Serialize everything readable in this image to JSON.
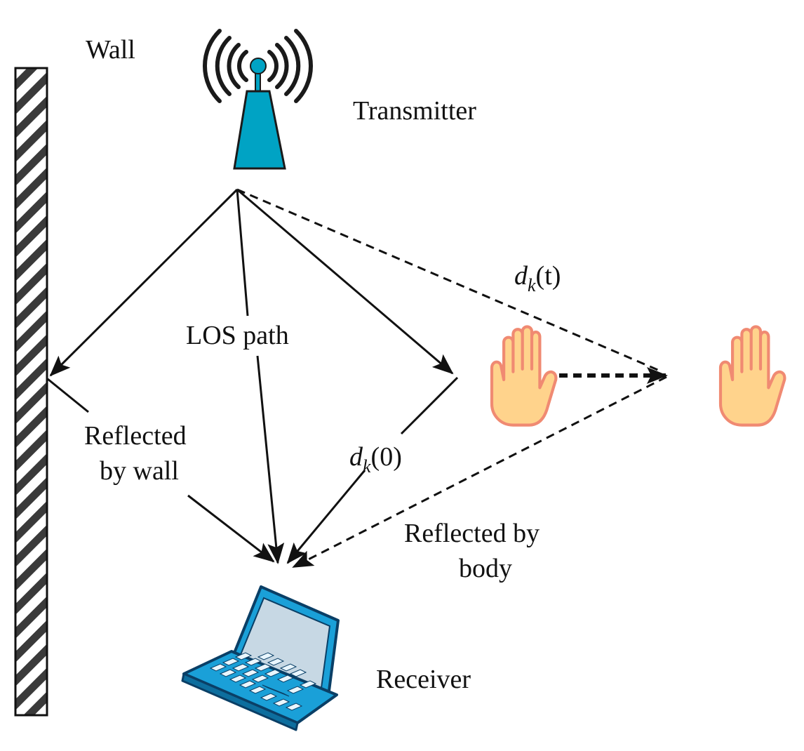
{
  "labels": {
    "wall": "Wall",
    "transmitter": "Transmitter",
    "los_path": "LOS path",
    "reflected_wall_line1": "Reflected",
    "reflected_wall_line2": "by wall",
    "reflected_body_line1": "Reflected by",
    "reflected_body_line2": "body",
    "receiver": "Receiver",
    "dk_t": {
      "base": "d",
      "sub": "k",
      "arg": "(t)"
    },
    "dk_0": {
      "base": "d",
      "sub": "k",
      "arg": "(0)"
    }
  },
  "icons": [
    "antenna-tower-icon",
    "wifi-signal-icon",
    "hand-icon",
    "laptop-icon",
    "hatched-wall"
  ],
  "colors": {
    "antenna": "#00a3c4",
    "laptop": "#1aa0d8",
    "laptop_dark": "#0a3f66",
    "hand_fill": "#ffd38c",
    "hand_outline": "#f08a72",
    "ink": "#111111"
  }
}
